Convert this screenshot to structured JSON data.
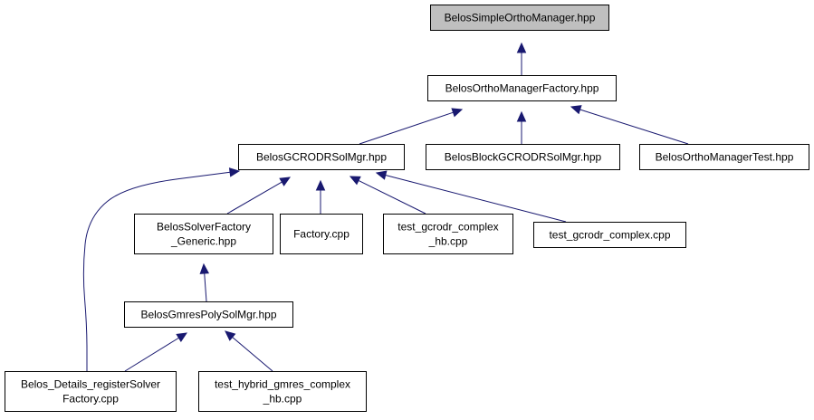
{
  "diagram": {
    "colors": {
      "root_fill": "#bfbfbf",
      "node_fill": "#ffffff",
      "border": "#000000",
      "edge": "#191970"
    },
    "nodes": [
      {
        "id": "n0",
        "lines": [
          "BelosSimpleOrthoManager.hpp"
        ],
        "root": true
      },
      {
        "id": "n1",
        "lines": [
          "BelosOrthoManagerFactory.hpp"
        ]
      },
      {
        "id": "n2",
        "lines": [
          "BelosGCRODRSolMgr.hpp"
        ]
      },
      {
        "id": "n3",
        "lines": [
          "BelosBlockGCRODRSolMgr.hpp"
        ]
      },
      {
        "id": "n4",
        "lines": [
          "BelosOrthoManagerTest.hpp"
        ]
      },
      {
        "id": "n5",
        "lines": [
          "BelosSolverFactory",
          "_Generic.hpp"
        ]
      },
      {
        "id": "n6",
        "lines": [
          "Factory.cpp"
        ]
      },
      {
        "id": "n7",
        "lines": [
          "test_gcrodr_complex",
          "_hb.cpp"
        ]
      },
      {
        "id": "n8",
        "lines": [
          "test_gcrodr_complex.cpp"
        ]
      },
      {
        "id": "n9",
        "lines": [
          "BelosGmresPolySolMgr.hpp"
        ]
      },
      {
        "id": "n10",
        "lines": [
          "Belos_Details_registerSolver",
          "Factory.cpp"
        ]
      },
      {
        "id": "n11",
        "lines": [
          "test_hybrid_gmres_complex",
          "_hb.cpp"
        ]
      }
    ],
    "edges": [
      {
        "from": "n1",
        "to": "n0"
      },
      {
        "from": "n2",
        "to": "n1"
      },
      {
        "from": "n3",
        "to": "n1"
      },
      {
        "from": "n4",
        "to": "n1"
      },
      {
        "from": "n10",
        "to": "n2"
      },
      {
        "from": "n5",
        "to": "n2"
      },
      {
        "from": "n6",
        "to": "n2"
      },
      {
        "from": "n7",
        "to": "n2"
      },
      {
        "from": "n8",
        "to": "n2"
      },
      {
        "from": "n9",
        "to": "n5"
      },
      {
        "from": "n10",
        "to": "n9"
      },
      {
        "from": "n11",
        "to": "n9"
      }
    ]
  }
}
